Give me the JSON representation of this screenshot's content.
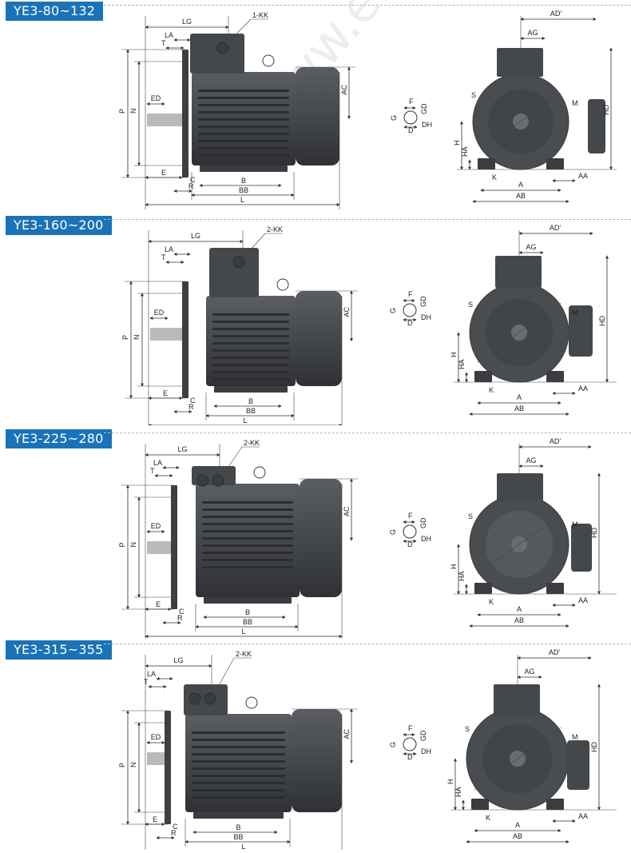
{
  "sections": [
    {
      "title": "YE3-80~132",
      "side_view": {
        "terminal_label": "1-KK",
        "labels": [
          "LG",
          "LA",
          "T",
          "P",
          "N",
          "ED",
          "E",
          "C",
          "R",
          "B",
          "BB",
          "L",
          "AC"
        ]
      },
      "shaft_detail": {
        "labels": [
          "F",
          "GD",
          "G",
          "D",
          "DH"
        ]
      },
      "front_view": {
        "labels": [
          "AD'",
          "AG",
          "S",
          "M",
          "H",
          "HA",
          "K",
          "A",
          "AB",
          "AA",
          "HD"
        ]
      }
    },
    {
      "title": "YE3-160~200",
      "side_view": {
        "terminal_label": "2-KK",
        "labels": [
          "LG",
          "LA",
          "T",
          "P",
          "N",
          "ED",
          "E",
          "C",
          "R",
          "B",
          "BB",
          "L",
          "AC"
        ]
      },
      "shaft_detail": {
        "labels": [
          "F",
          "GD",
          "G",
          "D",
          "DH"
        ]
      },
      "front_view": {
        "labels": [
          "AD'",
          "AG",
          "S",
          "M",
          "H",
          "HA",
          "K",
          "A",
          "AB",
          "AA",
          "HD"
        ]
      }
    },
    {
      "title": "YE3-225~280",
      "side_view": {
        "terminal_label": "2-KK",
        "labels": [
          "LG",
          "LA",
          "T",
          "P",
          "N",
          "ED",
          "E",
          "C",
          "R",
          "B",
          "BB",
          "L",
          "AC"
        ]
      },
      "shaft_detail": {
        "labels": [
          "F",
          "GD",
          "G",
          "D",
          "DH"
        ]
      },
      "front_view": {
        "labels": [
          "AD'",
          "AG",
          "S",
          "M",
          "H",
          "HA",
          "K",
          "A",
          "AB",
          "AA",
          "HD"
        ]
      }
    },
    {
      "title": "YE3-315~355",
      "side_view": {
        "terminal_label": "2-KK",
        "labels": [
          "LG",
          "LA",
          "T",
          "P",
          "N",
          "ED",
          "E",
          "C",
          "R",
          "B",
          "BB",
          "L",
          "AC"
        ]
      },
      "shaft_detail": {
        "labels": [
          "F",
          "GD",
          "G",
          "D",
          "DH"
        ]
      },
      "front_view": {
        "labels": [
          "AD'",
          "AG",
          "S",
          "M",
          "H",
          "HA",
          "K",
          "A",
          "AB",
          "AA",
          "HD"
        ]
      }
    }
  ],
  "watermark": "www.ehsy.com",
  "colors": {
    "tag_bg": "#1a73b8",
    "motor_body": "#4a4d50",
    "motor_dark": "#3a3c3f"
  }
}
